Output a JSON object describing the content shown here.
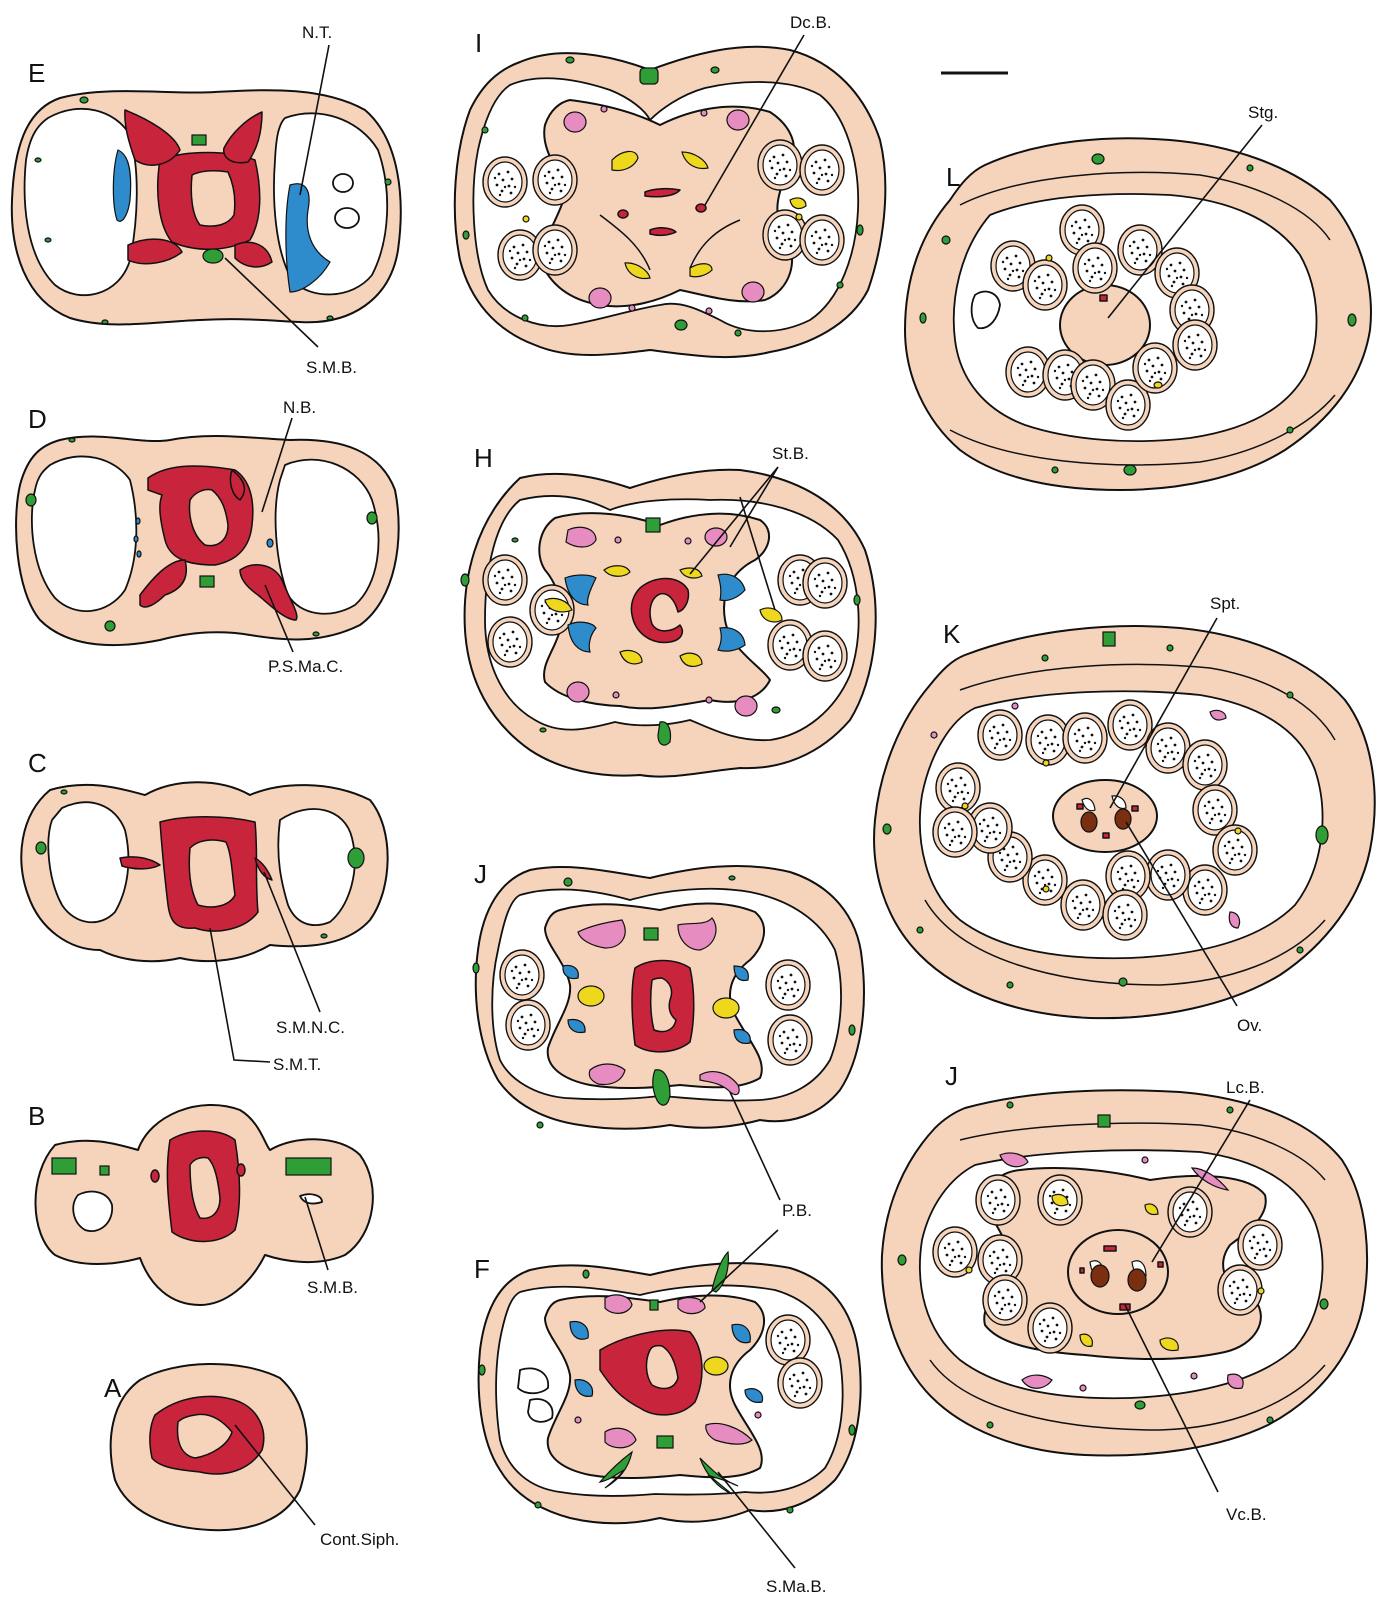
{
  "colors": {
    "tissue": "#f6d4bc",
    "red": "#c8243c",
    "green": "#2f9e37",
    "blue": "#2e8ccc",
    "yellow": "#eed81e",
    "pink": "#e68cc0",
    "brown": "#7a3010",
    "outline": "#111111"
  },
  "scale_bar": {
    "label": ""
  },
  "panels": {
    "A": {
      "letter": "A",
      "labels": [
        "Cont.Siph."
      ]
    },
    "B": {
      "letter": "B",
      "labels": [
        "S.M.B."
      ]
    },
    "C": {
      "letter": "C",
      "labels": [
        "S.M.N.C.",
        "S.M.T."
      ]
    },
    "D": {
      "letter": "D",
      "labels": [
        "N.B.",
        "P.S.Ma.C."
      ]
    },
    "E": {
      "letter": "E",
      "labels": [
        "N.T.",
        "S.M.B."
      ]
    },
    "F": {
      "letter": "F",
      "labels": [
        "P.B.",
        "S.Ma.B."
      ]
    },
    "H": {
      "letter": "H",
      "labels": [
        "St.B."
      ]
    },
    "I": {
      "letter": "I",
      "labels": [
        "Dc.B."
      ]
    },
    "J1": {
      "letter": "J",
      "labels": []
    },
    "J2": {
      "letter": "J",
      "labels": [
        "Lc.B.",
        "Vc.B."
      ]
    },
    "K": {
      "letter": "K",
      "labels": [
        "Spt.",
        "Ov."
      ]
    },
    "L": {
      "letter": "L",
      "labels": [
        "Stg."
      ]
    }
  }
}
